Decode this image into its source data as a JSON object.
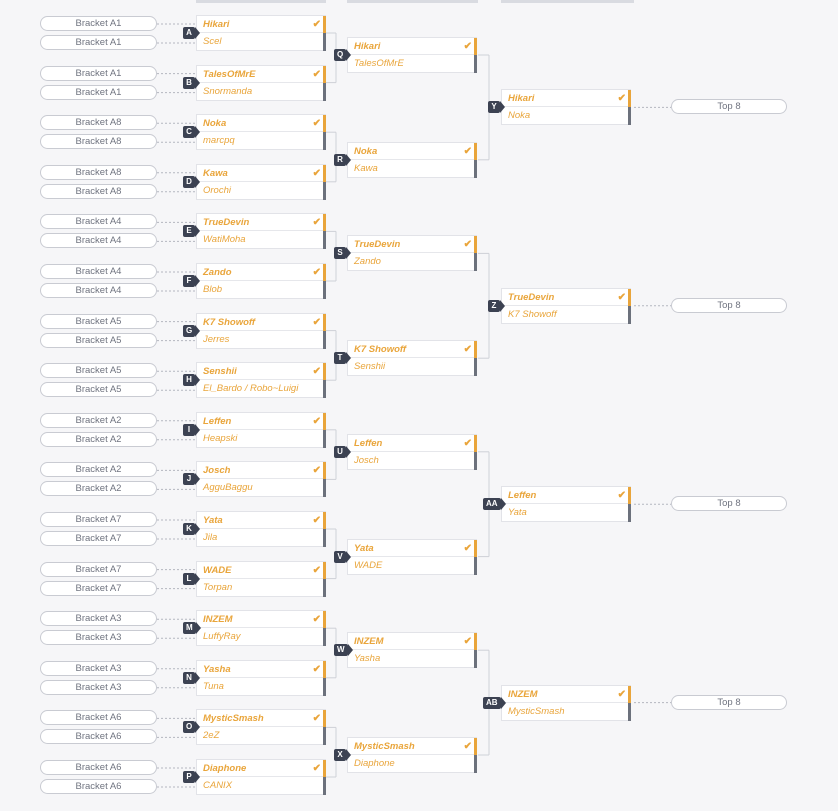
{
  "round1": [
    {
      "id": "A",
      "winner": "Hikari",
      "loser": "Scel",
      "sources": [
        "Bracket A1",
        "Bracket A1"
      ]
    },
    {
      "id": "B",
      "winner": "TalesOfMrE",
      "loser": "Snormanda",
      "sources": [
        "Bracket A1",
        "Bracket A1"
      ]
    },
    {
      "id": "C",
      "winner": "Noka",
      "loser": "marcpq",
      "sources": [
        "Bracket A8",
        "Bracket A8"
      ]
    },
    {
      "id": "D",
      "winner": "Kawa",
      "loser": "Orochi",
      "sources": [
        "Bracket A8",
        "Bracket A8"
      ]
    },
    {
      "id": "E",
      "winner": "TrueDevin",
      "loser": "WatiMoha",
      "sources": [
        "Bracket A4",
        "Bracket A4"
      ]
    },
    {
      "id": "F",
      "winner": "Zando",
      "loser": "Blob",
      "sources": [
        "Bracket A4",
        "Bracket A4"
      ]
    },
    {
      "id": "G",
      "winner": "K7 Showoff",
      "loser": "Jerres",
      "sources": [
        "Bracket A5",
        "Bracket A5"
      ]
    },
    {
      "id": "H",
      "winner": "Senshii",
      "loser": "El_Bardo / Robo~Luigi",
      "sources": [
        "Bracket A5",
        "Bracket A5"
      ]
    },
    {
      "id": "I",
      "winner": "Leffen",
      "loser": "Heapski",
      "sources": [
        "Bracket A2",
        "Bracket A2"
      ]
    },
    {
      "id": "J",
      "winner": "Josch",
      "loser": "AgguBaggu",
      "sources": [
        "Bracket A2",
        "Bracket A2"
      ]
    },
    {
      "id": "K",
      "winner": "Yata",
      "loser": "Jila",
      "sources": [
        "Bracket A7",
        "Bracket A7"
      ]
    },
    {
      "id": "L",
      "winner": "WADE",
      "loser": "Torpan",
      "sources": [
        "Bracket A7",
        "Bracket A7"
      ]
    },
    {
      "id": "M",
      "winner": "INZEM",
      "loser": "LuffyRay",
      "sources": [
        "Bracket A3",
        "Bracket A3"
      ]
    },
    {
      "id": "N",
      "winner": "Yasha",
      "loser": "Tuna",
      "sources": [
        "Bracket A3",
        "Bracket A3"
      ]
    },
    {
      "id": "O",
      "winner": "MysticSmash",
      "loser": "2eZ",
      "sources": [
        "Bracket A6",
        "Bracket A6"
      ]
    },
    {
      "id": "P",
      "winner": "Diaphone",
      "loser": "CANIX",
      "sources": [
        "Bracket A6",
        "Bracket A6"
      ]
    }
  ],
  "round2": [
    {
      "id": "Q",
      "winner": "Hikari",
      "loser": "TalesOfMrE"
    },
    {
      "id": "R",
      "winner": "Noka",
      "loser": "Kawa"
    },
    {
      "id": "S",
      "winner": "TrueDevin",
      "loser": "Zando"
    },
    {
      "id": "T",
      "winner": "K7 Showoff",
      "loser": "Senshii"
    },
    {
      "id": "U",
      "winner": "Leffen",
      "loser": "Josch"
    },
    {
      "id": "V",
      "winner": "Yata",
      "loser": "WADE"
    },
    {
      "id": "W",
      "winner": "INZEM",
      "loser": "Yasha"
    },
    {
      "id": "X",
      "winner": "MysticSmash",
      "loser": "Diaphone"
    }
  ],
  "round3": [
    {
      "id": "Y",
      "winner": "Hikari",
      "loser": "Noka",
      "next": "Top 8"
    },
    {
      "id": "Z",
      "winner": "TrueDevin",
      "loser": "K7 Showoff",
      "next": "Top 8"
    },
    {
      "id": "AA",
      "winner": "Leffen",
      "loser": "Yata",
      "next": "Top 8"
    },
    {
      "id": "AB",
      "winner": "INZEM",
      "loser": "MysticSmash",
      "next": "Top 8"
    }
  ],
  "icons": {
    "check": "check-icon",
    "check_glyph": "✔"
  },
  "colors": {
    "accent": "#e9a53b",
    "badge": "#3c4252",
    "loser_bar": "#6c717c"
  }
}
